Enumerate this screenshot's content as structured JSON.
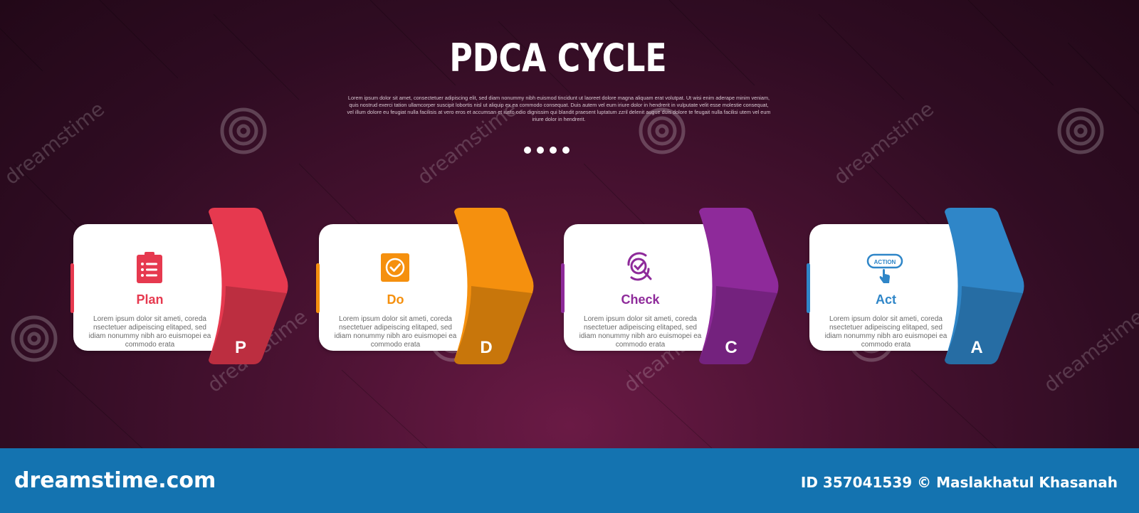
{
  "title": "PDCA CYCLE",
  "description": "Lorem ipsum dolor sit amet, consectetuer adipiscing elit, sed diam nonummy nibh euismod tincidunt ut laoreet dolore magna aliquam erat volutpat. Ut wisi enim aderape minim veniam, quis nostrud exerci tation ullamcorper suscipit lobortis nisl ut aliquip ex ea commodo consequat. Duis autem vel eum iriure dolor in hendrerit in vulputate velit esse molestie consequat, vel illum dolore eu feugiat nulla facilisis at vero eros et accumsan et iusto odio dignissim qui blandit praesent luptatum zzril delenit augue duis dolore te feugait nulla facilisi utem vel eum iriure dolor in hendrerit.",
  "steps": [
    {
      "label": "Plan",
      "letter": "P",
      "body": "Lorem ipsum dolor sit ameti, coreda nsectetuer adipeiscing elitaped, sed idiam nonummy nibh aro euismopei ea commodo erata",
      "color": "#e6394f",
      "icon": "clipboard-icon"
    },
    {
      "label": "Do",
      "letter": "D",
      "body": "Lorem ipsum dolor sit ameti, coreda nsectetuer adipeiscing elitaped, sed idiam nonummy nibh aro euismopei ea commodo erata",
      "color": "#f5900e",
      "icon": "checkbox-icon"
    },
    {
      "label": "Check",
      "letter": "C",
      "body": "Lorem ipsum dolor sit ameti, coreda nsectetuer adipeiscing elitaped, sed idiam nonummy nibh aro euismopei ea commodo erata",
      "color": "#8e2a9a",
      "icon": "magnifier-check-icon"
    },
    {
      "label": "Act",
      "letter": "A",
      "body": "Lorem ipsum dolor sit ameti, coreda nsectetuer adipeiscing elitaped, sed idiam nonummy nibh aro euismopei ea commodo erata",
      "color": "#2f86c8",
      "icon": "action-button-icon",
      "icon_text": "ACTION"
    }
  ],
  "watermark": "dreamstime",
  "footer": {
    "logo": "dreamstime.com",
    "credit": "ID 357041539 © Maslakhatul Khasanah"
  }
}
